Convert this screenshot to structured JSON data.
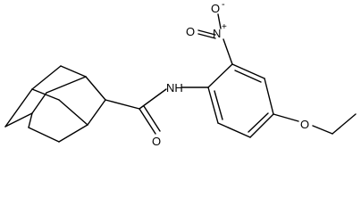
{
  "molecule": {
    "atoms": [
      {
        "key": "amide_n",
        "label": "NH"
      },
      {
        "key": "nitro_n",
        "label": "N"
      },
      {
        "key": "nitro_n_charge",
        "label": "+"
      },
      {
        "key": "nitro_o_minus",
        "label": "O"
      },
      {
        "key": "nitro_o_minus_charge",
        "label": "-"
      },
      {
        "key": "nitro_o",
        "label": "O"
      },
      {
        "key": "carbonyl_o",
        "label": "O"
      },
      {
        "key": "ether_o",
        "label": "O"
      }
    ]
  }
}
